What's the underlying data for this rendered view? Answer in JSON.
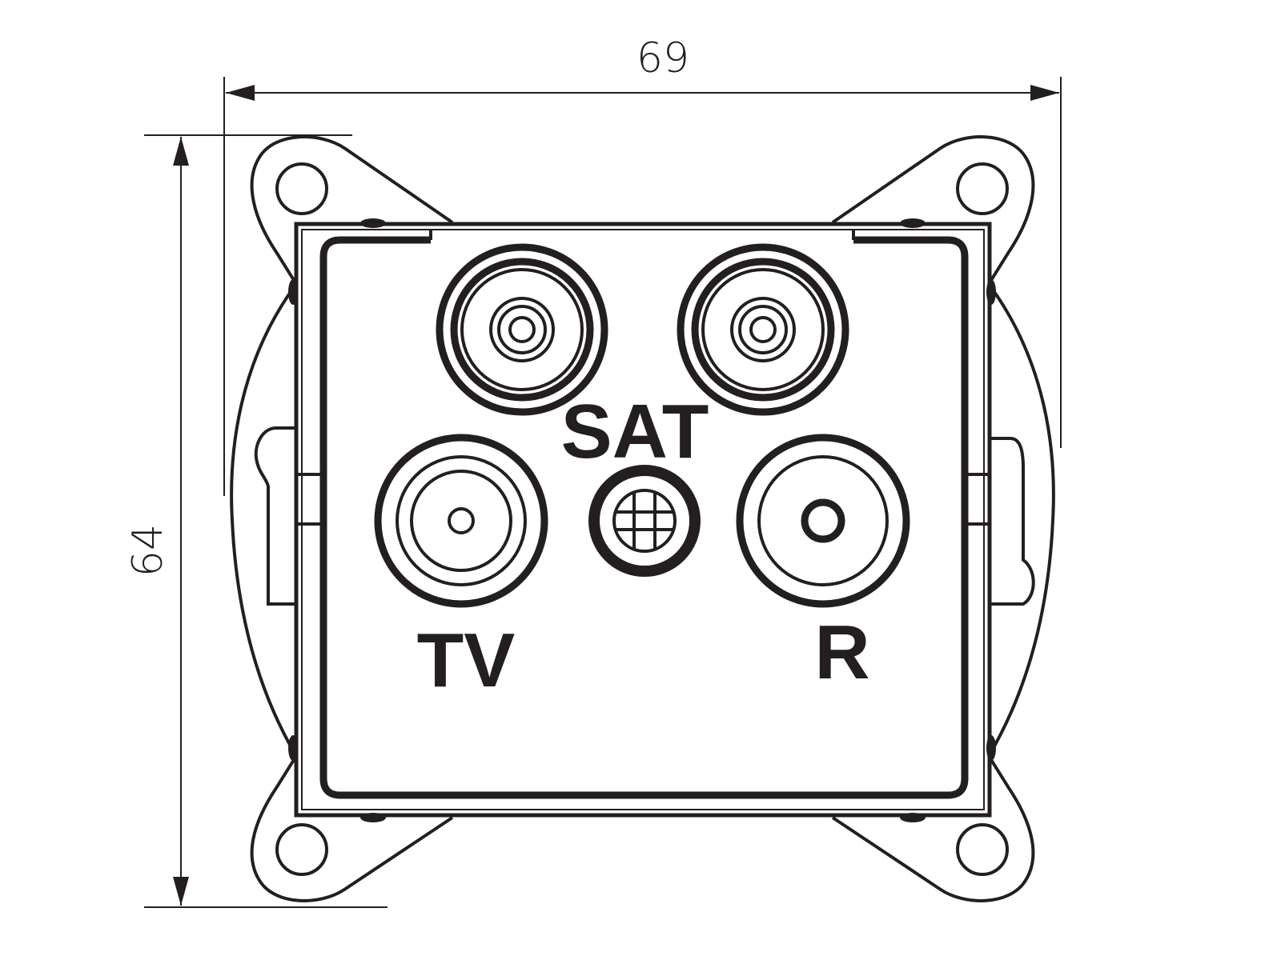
{
  "dimensions": {
    "width_label": "69",
    "height_label": "64"
  },
  "labels": {
    "sat": "SAT",
    "tv": "TV",
    "r": "R"
  }
}
